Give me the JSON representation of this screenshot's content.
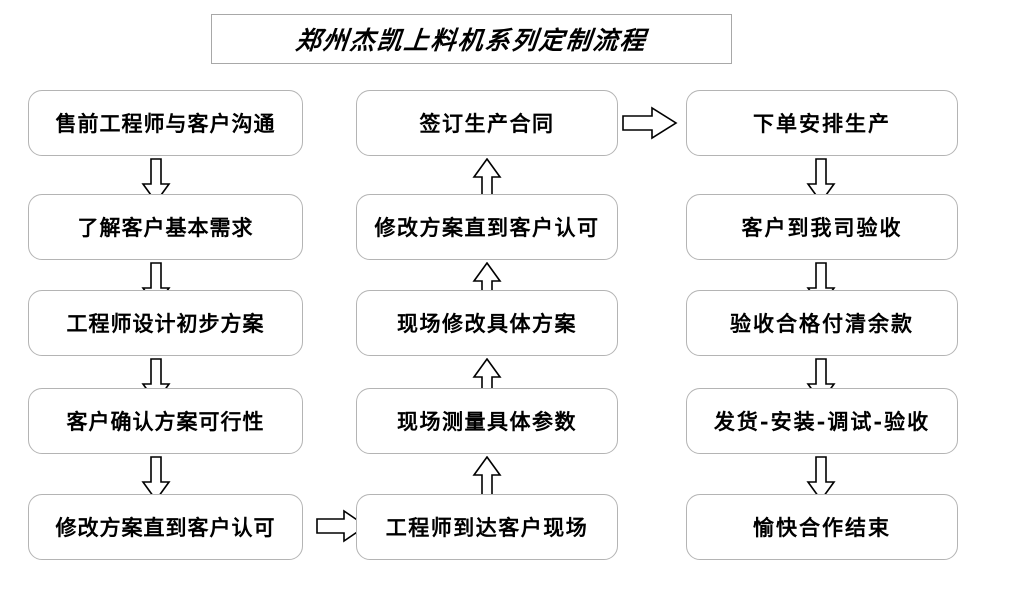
{
  "title": {
    "text": "郑州杰凯上料机系列定制流程"
  },
  "columns": {
    "left": {
      "name": "stage-one-pre-sales",
      "nodes": [
        {
          "id": "n1",
          "label": "售前工程师与客户沟通"
        },
        {
          "id": "n2",
          "label": "了解客户基本需求"
        },
        {
          "id": "n3",
          "label": "工程师设计初步方案"
        },
        {
          "id": "n4",
          "label": "客户确认方案可行性"
        },
        {
          "id": "n5",
          "label": "修改方案直到客户认可"
        }
      ]
    },
    "middle": {
      "name": "stage-two-on-site",
      "nodes": [
        {
          "id": "m1",
          "label": "签订生产合同"
        },
        {
          "id": "m2",
          "label": "修改方案直到客户认可"
        },
        {
          "id": "m3",
          "label": "现场修改具体方案"
        },
        {
          "id": "m4",
          "label": "现场测量具体参数"
        },
        {
          "id": "m5",
          "label": "工程师到达客户现场"
        }
      ]
    },
    "right": {
      "name": "stage-three-production-delivery",
      "nodes": [
        {
          "id": "r1",
          "label": "下单安排生产"
        },
        {
          "id": "r2",
          "label": "客户到我司验收"
        },
        {
          "id": "r3",
          "label": "验收合格付清余款"
        },
        {
          "id": "r4",
          "label": "发货-安装-调试-验收"
        },
        {
          "id": "r5",
          "label": "愉快合作结束"
        }
      ]
    }
  },
  "arrows": [
    {
      "id": "a-l1",
      "direction": "down",
      "from": "n1",
      "to": "n2"
    },
    {
      "id": "a-l2",
      "direction": "down",
      "from": "n2",
      "to": "n3"
    },
    {
      "id": "a-l3",
      "direction": "down",
      "from": "n3",
      "to": "n4"
    },
    {
      "id": "a-l4",
      "direction": "down",
      "from": "n4",
      "to": "n5"
    },
    {
      "id": "a-cross1",
      "direction": "right",
      "from": "n5",
      "to": "m5"
    },
    {
      "id": "a-m1",
      "direction": "up",
      "from": "m5",
      "to": "m4"
    },
    {
      "id": "a-m2",
      "direction": "up",
      "from": "m4",
      "to": "m3"
    },
    {
      "id": "a-m3",
      "direction": "up",
      "from": "m3",
      "to": "m2"
    },
    {
      "id": "a-m4",
      "direction": "up",
      "from": "m2",
      "to": "m1"
    },
    {
      "id": "a-cross2",
      "direction": "right",
      "from": "m1",
      "to": "r1"
    },
    {
      "id": "a-r1",
      "direction": "down",
      "from": "r1",
      "to": "r2"
    },
    {
      "id": "a-r2",
      "direction": "down",
      "from": "r2",
      "to": "r3"
    },
    {
      "id": "a-r3",
      "direction": "down",
      "from": "r3",
      "to": "r4"
    },
    {
      "id": "a-r4",
      "direction": "down",
      "from": "r4",
      "to": "r5"
    }
  ],
  "colors": {
    "background": "#ffffff",
    "box_border": "#b4b4b4",
    "title_border": "#a8a8a8",
    "text": "#000000",
    "arrow_stroke": "#000000"
  }
}
